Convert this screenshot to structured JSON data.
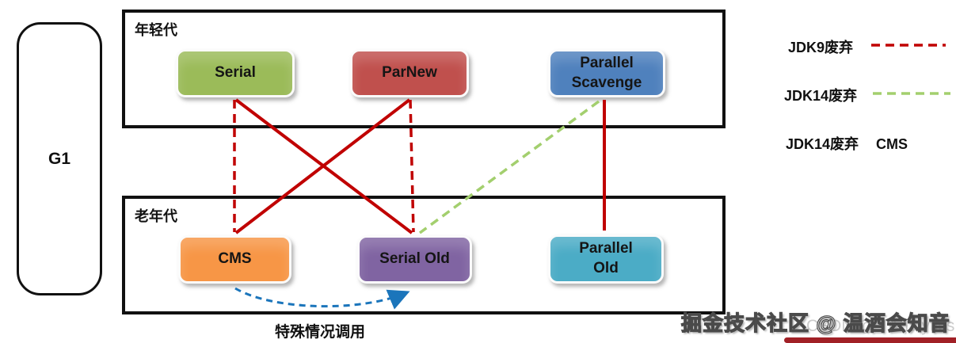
{
  "diagram": {
    "g1": {
      "label": "G1"
    },
    "young_gen": {
      "label": "年轻代",
      "collectors": [
        {
          "name": "Serial"
        },
        {
          "name": "ParNew"
        },
        {
          "name": "Parallel\nScavenge"
        }
      ]
    },
    "old_gen": {
      "label": "老年代",
      "collectors": [
        {
          "name": "CMS"
        },
        {
          "name": "Serial Old"
        },
        {
          "name": "Parallel\nOld"
        }
      ]
    },
    "special_call": {
      "label": "特殊情况调用"
    },
    "connections": [
      {
        "from": "Serial",
        "to": "CMS",
        "style": "red-dashed"
      },
      {
        "from": "Serial",
        "to": "Serial Old",
        "style": "red-solid"
      },
      {
        "from": "ParNew",
        "to": "CMS",
        "style": "red-solid"
      },
      {
        "from": "ParNew",
        "to": "Serial Old",
        "style": "red-dashed"
      },
      {
        "from": "Parallel Scavenge",
        "to": "Serial Old",
        "style": "green-dashed"
      },
      {
        "from": "Parallel Scavenge",
        "to": "Parallel Old",
        "style": "red-solid"
      },
      {
        "from": "CMS",
        "to": "Serial Old",
        "style": "blue-dashed-arrow"
      }
    ]
  },
  "legend": {
    "items": [
      {
        "label": "JDK9废弃",
        "line": "red-dashed"
      },
      {
        "label": "JDK14废弃",
        "line": "green-dashed"
      },
      {
        "label": "JDK14废弃",
        "suffix": "CMS",
        "line": "none"
      }
    ]
  },
  "watermarks": {
    "community": "掘金技术社区 @ 温酒会知音",
    "csdn": "CSDN @ TAnalytics"
  },
  "colors": {
    "g1_border": "#111111",
    "gen_box_border": "#111111",
    "serial": "#9BBB59",
    "parnew": "#C0504D",
    "parallel_scavenge": "#4F81BD",
    "cms": "#F79646",
    "serial_old": "#8064A2",
    "parallel_old": "#4BACC6",
    "red_line": "#C00000",
    "green_line": "#A3CF6E",
    "blue_arrow": "#1B75BB",
    "bottom_bar": "#A12026",
    "watermark_gray": "#CBCBCB"
  }
}
